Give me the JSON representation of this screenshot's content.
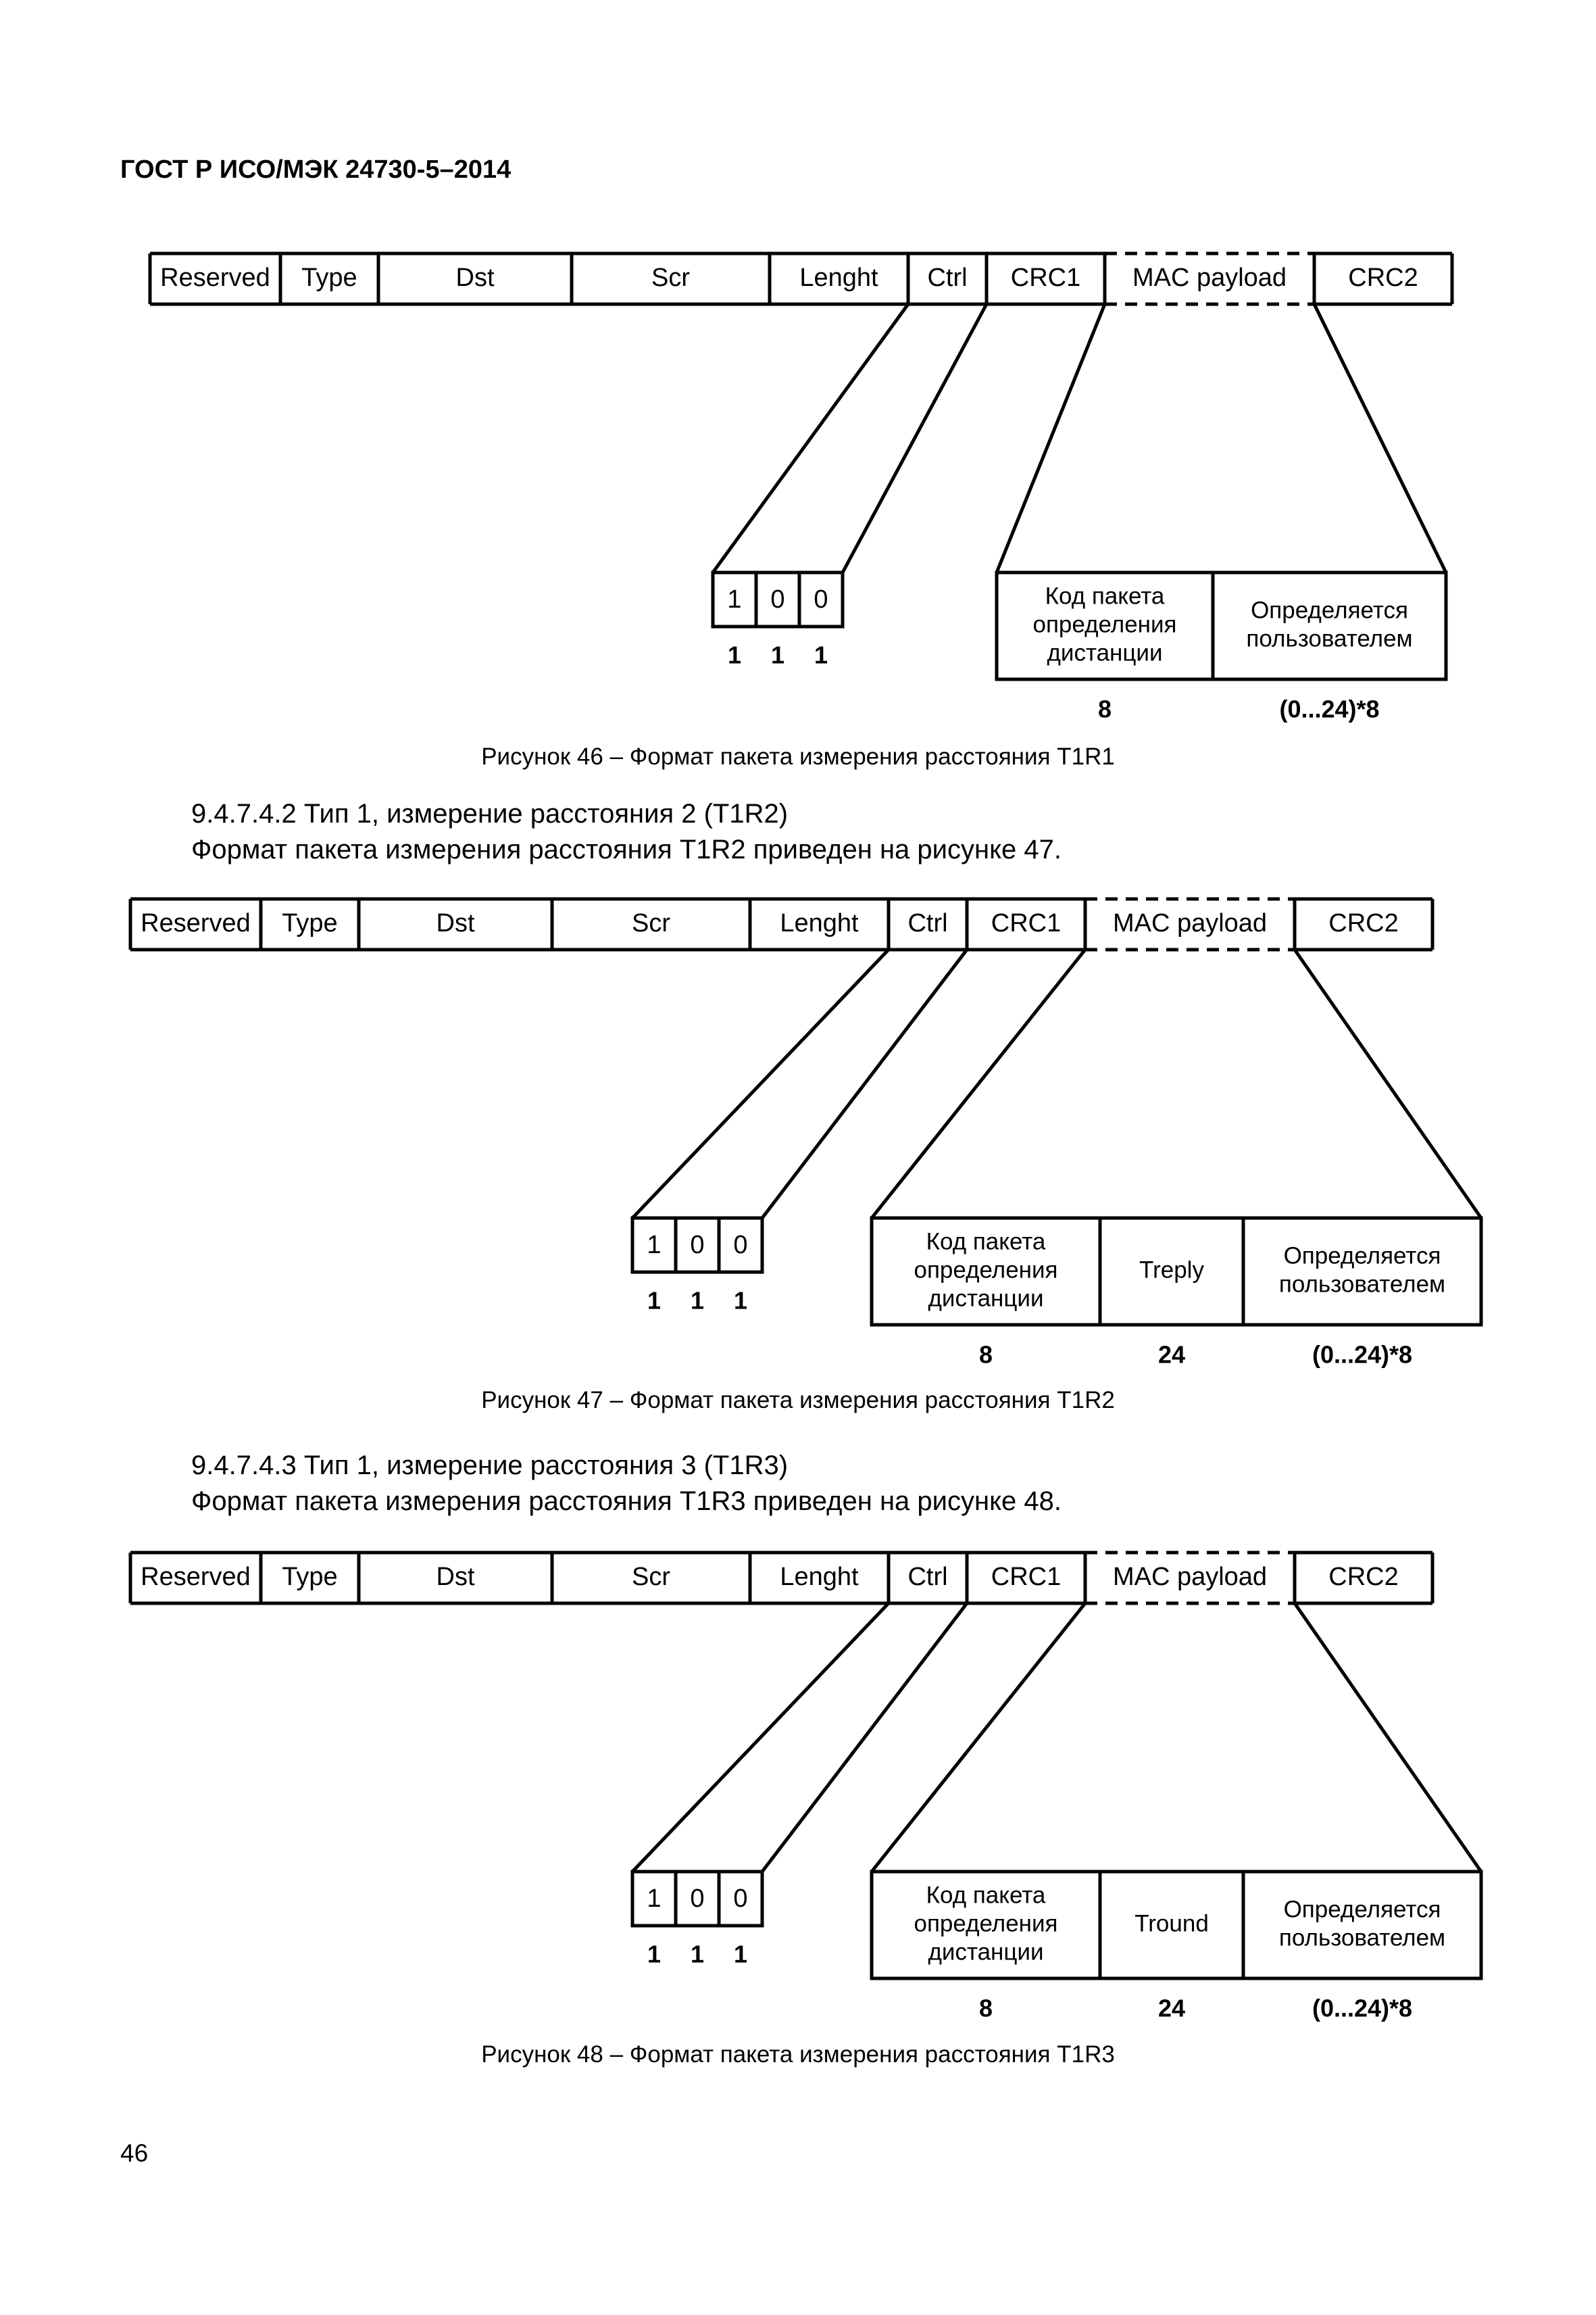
{
  "header": "ГОСТ Р ИСО/МЭК 24730-5–2014",
  "page_number": "46",
  "fields": [
    "Reserved",
    "Type",
    "Dst",
    "Scr",
    "Lenght",
    "Ctrl",
    "CRC1",
    "MAC payload",
    "CRC2"
  ],
  "bits": [
    "1",
    "0",
    "0"
  ],
  "bit_labels": [
    "1",
    "1",
    "1"
  ],
  "figures": [
    {
      "payload": [
        "Код пакета определения дистанции",
        "Определяется пользователем"
      ],
      "sizes": [
        "8",
        "(0...24)*8"
      ],
      "caption": "Рисунок 46 – Формат пакета измерения расстояния T1R1"
    },
    {
      "payload": [
        "Код пакета определения дистанции",
        "Treply",
        "Определяется пользователем"
      ],
      "sizes": [
        "8",
        "24",
        "(0...24)*8"
      ],
      "caption": "Рисунок 47 – Формат пакета измерения расстояния T1R2"
    },
    {
      "payload": [
        "Код пакета определения дистанции",
        "Tround",
        "Определяется пользователем"
      ],
      "sizes": [
        "8",
        "24",
        "(0...24)*8"
      ],
      "caption": "Рисунок 48 – Формат пакета измерения расстояния T1R3"
    }
  ],
  "sections": [
    {
      "title": "9.4.7.4.2 Тип 1, измерение расстояния 2 (T1R2)",
      "text": "Формат пакета измерения расстояния T1R2 приведен на рисунке 47."
    },
    {
      "title": "9.4.7.4.3 Тип 1, измерение расстояния 3 (T1R3)",
      "text": "Формат пакета измерения расстояния T1R3 приведен на рисунке 48."
    }
  ]
}
